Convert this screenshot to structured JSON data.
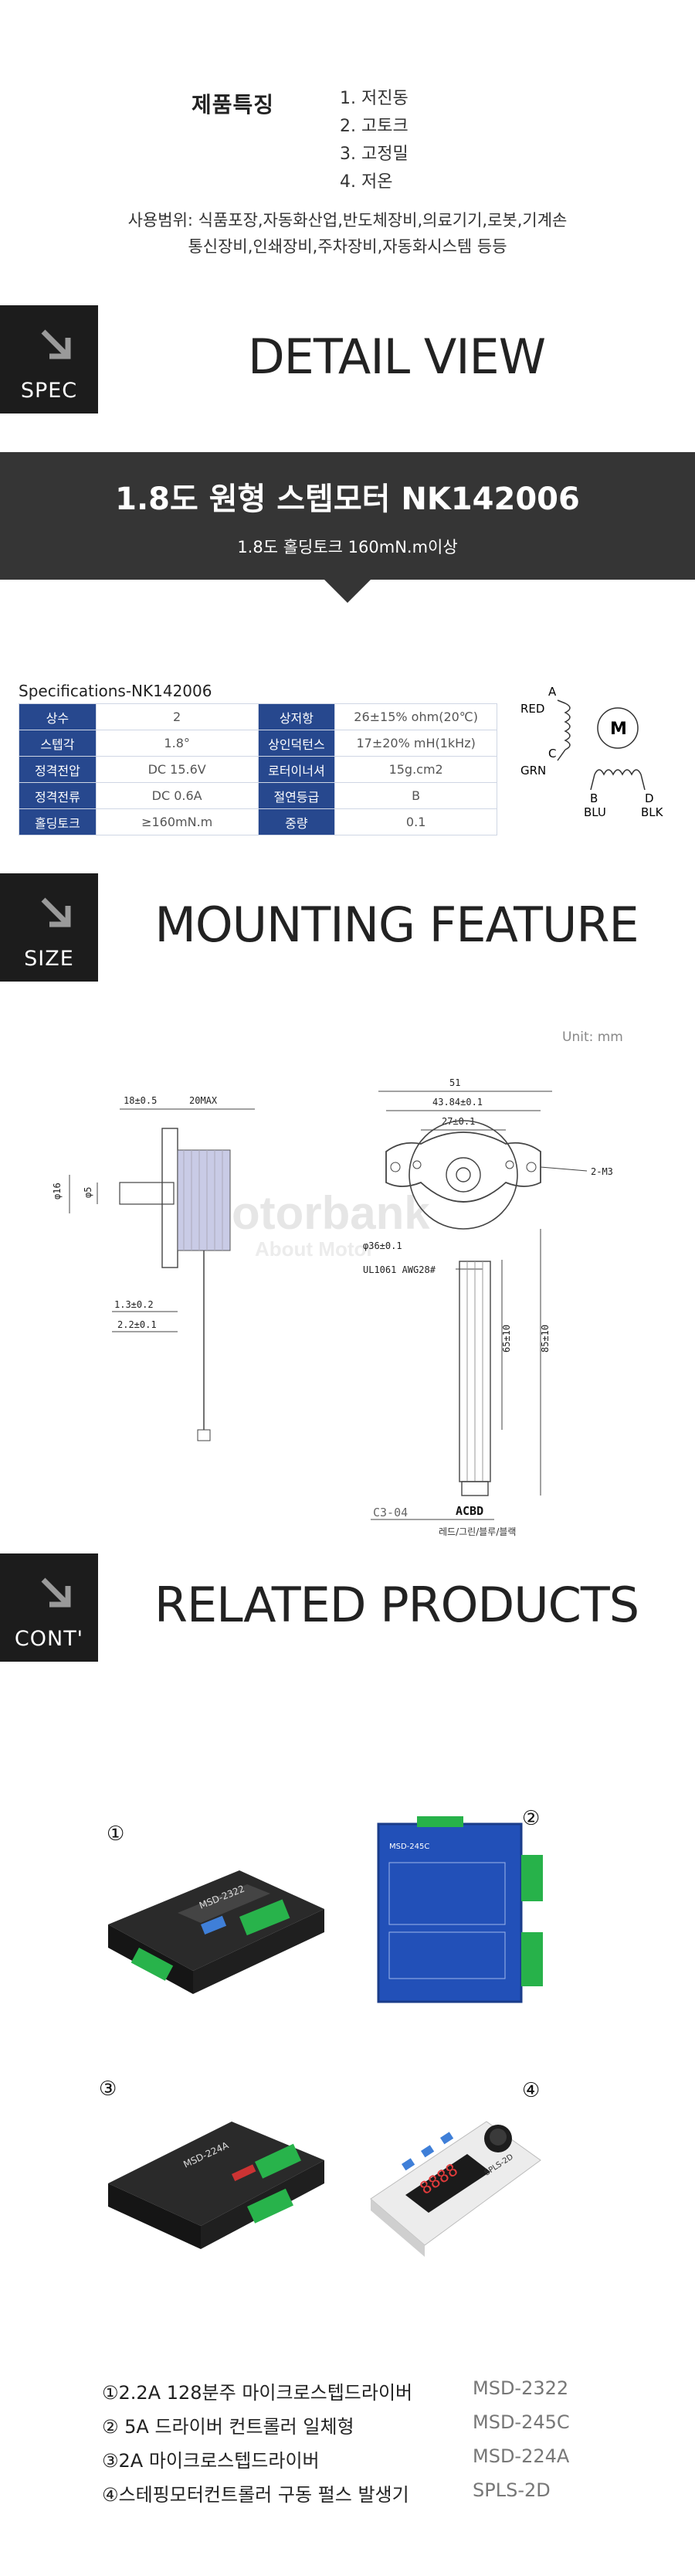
{
  "features": {
    "title": "제품특징",
    "items": [
      "1. 저진동",
      "2. 고토크",
      "3. 고정밀",
      "4. 저온"
    ],
    "usage_line1": "사용범위: 식품포장,자동화산업,반도체장비,의료기기,로봇,기계손",
    "usage_line2": "통신장비,인쇄장비,주차장비,자동화시스템 등등"
  },
  "sections": {
    "spec": {
      "badge": "SPEC",
      "title": "DETAIL VIEW"
    },
    "size": {
      "badge": "SIZE",
      "title": "MOUNTING FEATURE"
    },
    "cont": {
      "badge": "CONT'",
      "title": "RELATED PRODUCTS"
    }
  },
  "banner": {
    "title": "1.8도 원형 스텝모터 NK142006",
    "subtitle": "1.8도 홀딩토크 160mN.m이상"
  },
  "spec_table": {
    "caption": "Specifications-NK142006",
    "rows": [
      [
        "상수",
        "2",
        "상저항",
        "26±15% ohm(20℃)"
      ],
      [
        "스텝각",
        "1.8°",
        "상인덕턴스",
        "17±20% mH(1kHz)"
      ],
      [
        "정격전압",
        "DC 15.6V",
        "로터이너셔",
        "15g.cm2"
      ],
      [
        "정격전류",
        "DC 0.6A",
        "절연등급",
        "B"
      ],
      [
        "홀딩토크",
        "≥160mN.m",
        "중량",
        "0.1"
      ]
    ]
  },
  "wiring": {
    "motor": "M",
    "a": "A",
    "red": "RED",
    "c": "C",
    "grn": "GRN",
    "b": "B",
    "blu": "BLU",
    "d": "D",
    "blk": "BLK"
  },
  "mounting": {
    "unit": "Unit: mm",
    "side": {
      "len_18": "18±0.5",
      "len_20": "20MAX",
      "dia_16": "φ16",
      "dia_5": "φ5",
      "t_13": "1.3±0.2",
      "t_22": "2.2±0.1"
    },
    "front": {
      "w51": "51",
      "w4384": "43.84±0.1",
      "w27": "27±0.1",
      "d36": "φ36±0.1",
      "holes": "2-M3",
      "wire": "UL1061 AWG28#",
      "l65": "65±10",
      "l85": "85±10",
      "conn": "C3-04",
      "order": "ACBD",
      "colors": "레드/그린/블루/블랙"
    },
    "watermark": "Motorbank",
    "watermark2": "About Motor"
  },
  "products": {
    "nums": [
      "①",
      "②",
      "③",
      "④"
    ],
    "items": [
      {
        "name": "①2.2A 128분주 마이크로스텝드라이버",
        "code": "MSD-2322"
      },
      {
        "name": "② 5A 드라이버 컨트롤러 일체형",
        "code": "MSD-245C"
      },
      {
        "name": "③2A 마이크로스텝드라이버",
        "code": "MSD-224A"
      },
      {
        "name": "④스테핑모터컨트롤러 구동 펄스 발생기",
        "code": "SPLS-2D"
      }
    ],
    "labels": {
      "p1": "MSD-2322",
      "p2": "MSD-245C",
      "p3": "MSD-224A",
      "p4": "SPLS-2D",
      "p4_display": "8888"
    }
  }
}
